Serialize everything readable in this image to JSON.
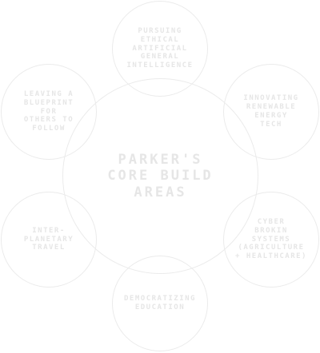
{
  "center": {
    "label": "Parker's\nCore Build\nAreas"
  },
  "areas": [
    {
      "label": "Pursuing\nethical\nartificial\ngeneral\nintelligence"
    },
    {
      "label": "Innovating\nrenewable\nenergy\ntech"
    },
    {
      "label": "Cyber\nbrokin\nsystems\n(agriculture\n+ healthcare)"
    },
    {
      "label": "Democratizing\neducation"
    },
    {
      "label": "Inter-\nplanetary\ntravel"
    },
    {
      "label": "Leaving a\nblueprint\nfor\nothers to\nfollow"
    }
  ],
  "colors": {
    "stroke": "#ebebeb",
    "text": "#e6e6e6",
    "background": "#ffffff"
  }
}
